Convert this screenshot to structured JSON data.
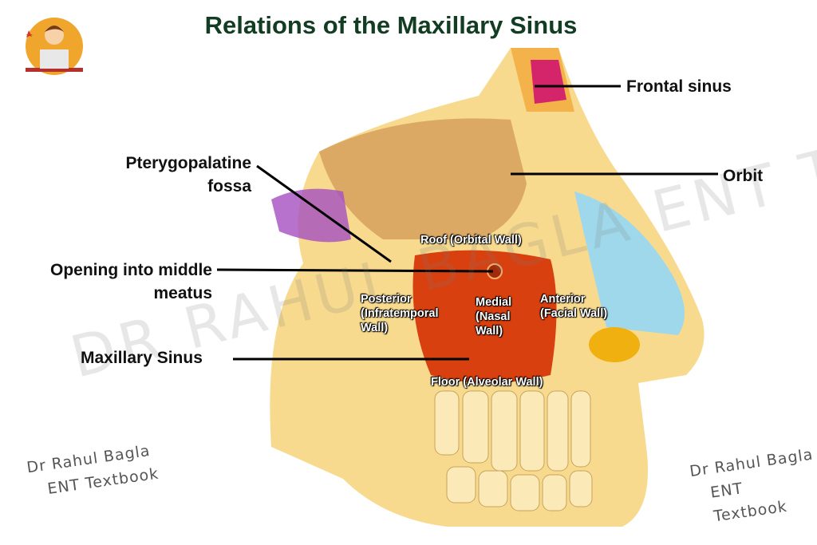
{
  "title": "Relations of the Maxillary Sinus",
  "labels": {
    "frontal_sinus": "Frontal sinus",
    "orbit": "Orbit",
    "pterygopalatine_1": "Pterygopalatine",
    "pterygopalatine_2": "fossa",
    "opening_1": "Opening into middle",
    "opening_2": "meatus",
    "maxillary_sinus": "Maxillary Sinus"
  },
  "walls": {
    "roof": "Roof (Orbital Wall)",
    "posterior": [
      "Posterior",
      "(Infratemporal",
      "Wall)"
    ],
    "medial": [
      "Medial",
      "(Nasal",
      "Wall)"
    ],
    "anterior": [
      "Anterior",
      "(Facial Wall)"
    ],
    "floor": "Floor (Alveolar Wall)"
  },
  "watermarks": {
    "center": "DR RAHUL BAGLA ENT TEXTBOOK",
    "left": [
      "Dr Rahul Bagla",
      "ENT Textbook"
    ],
    "right": [
      "Dr Rahul Bagla",
      "ENT Textbook"
    ]
  },
  "colors": {
    "title": "#123d22",
    "sinus": "#d8400f",
    "bone": "#f3c55a",
    "nasal_cartilage": "#9fd8ea",
    "frontal_sinus": "#d4246a",
    "logo": "#f0a52c"
  }
}
